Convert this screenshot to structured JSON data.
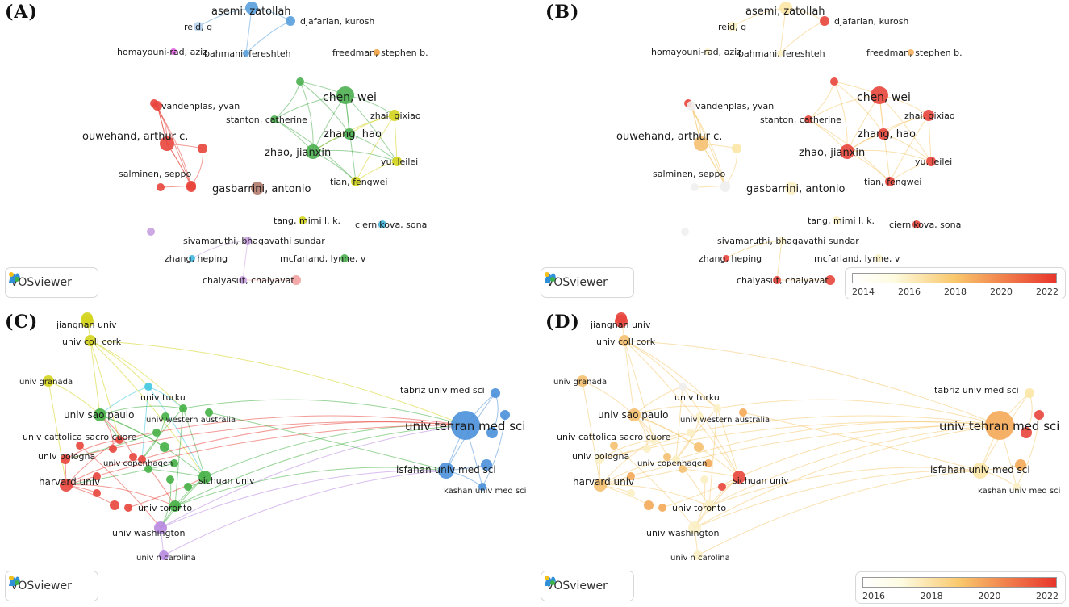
{
  "panels": [
    {
      "id": "A",
      "label": "(A)",
      "logo_text": "VOSviewer",
      "colors": {
        "red": "#e8453c",
        "green": "#4caf50",
        "yellow": "#d4d41f",
        "blue": "#5aa0dd",
        "lightblue": "#b8d4f0",
        "brown": "#b07a6a",
        "purple": "#c8a0e0",
        "magenta": "#e060e0",
        "orange": "#f0a040",
        "cyan": "#40b8e0",
        "pink": "#f0a0a0"
      },
      "nodes": [
        {
          "label": "asemi, zatollah",
          "color": "blue"
        },
        {
          "label": "djafarian, kurosh",
          "color": "blue"
        },
        {
          "label": "reid, g",
          "color": "lightblue"
        },
        {
          "label": "bahmani, fereshteh",
          "color": "blue"
        },
        {
          "label": "homayouni-rad, aziz",
          "color": "magenta"
        },
        {
          "label": "freedman, stephen b.",
          "color": "orange"
        },
        {
          "label": "chen, wei",
          "color": "green"
        },
        {
          "label": "vandenplas, yvan",
          "color": "red"
        },
        {
          "label": "zhai, qixiao",
          "color": "yellow"
        },
        {
          "label": "stanton, catherine",
          "color": "green"
        },
        {
          "label": "zhang, hao",
          "color": "green"
        },
        {
          "label": "ouwehand, arthur c.",
          "color": "red"
        },
        {
          "label": "zhao, jianxin",
          "color": "green"
        },
        {
          "label": "yu, leilei",
          "color": "yellow"
        },
        {
          "label": "salminen, seppo",
          "color": "red"
        },
        {
          "label": "tian, fengwei",
          "color": "yellow"
        },
        {
          "label": "gasbarrini, antonio",
          "color": "brown"
        },
        {
          "label": "tang, mimi l. k.",
          "color": "yellow"
        },
        {
          "label": "ciernikova, sona",
          "color": "cyan"
        },
        {
          "label": "sivamaruthi, bhagavathi sundar",
          "color": "purple"
        },
        {
          "label": "zhang, heping",
          "color": "cyan"
        },
        {
          "label": "mcfarland, lynne, v",
          "color": "green"
        },
        {
          "label": "chaiyasut, chaiyavat",
          "color": "purple"
        }
      ]
    },
    {
      "id": "B",
      "label": "(B)",
      "logo_text": "VOSviewer",
      "scale_ticks": [
        "2014",
        "2016",
        "2018",
        "2020",
        "2022"
      ],
      "colors": {
        "low": "#fdfbe0",
        "mid": "#f9c86c",
        "high": "#e8352c"
      },
      "nodes": [
        {
          "label": "asemi, zatollah"
        },
        {
          "label": "djafarian, kurosh"
        },
        {
          "label": "reid, g"
        },
        {
          "label": "bahmani, fereshteh"
        },
        {
          "label": "homayouni-rad, aziz"
        },
        {
          "label": "freedman, stephen b."
        },
        {
          "label": "chen, wei"
        },
        {
          "label": "vandenplas, yvan"
        },
        {
          "label": "zhai, qixiao"
        },
        {
          "label": "stanton, catherine"
        },
        {
          "label": "zhang, hao"
        },
        {
          "label": "ouwehand, arthur c."
        },
        {
          "label": "zhao, jianxin"
        },
        {
          "label": "yu, leilei"
        },
        {
          "label": "salminen, seppo"
        },
        {
          "label": "tian, fengwei"
        },
        {
          "label": "gasbarrini, antonio"
        },
        {
          "label": "tang, mimi l. k."
        },
        {
          "label": "ciernikova, sona"
        },
        {
          "label": "sivamaruthi, bhagavathi sundar"
        },
        {
          "label": "zhang, heping"
        },
        {
          "label": "mcfarland, lynne, v"
        },
        {
          "label": "chaiyasut, chaiyavat"
        }
      ]
    },
    {
      "id": "C",
      "label": "(C)",
      "logo_text": "VOSviewer",
      "nodes": [
        {
          "label": "jiangnan univ",
          "color": "yellow"
        },
        {
          "label": "univ coll cork",
          "color": "yellow"
        },
        {
          "label": "univ granada",
          "color": "yellow"
        },
        {
          "label": "univ turku",
          "color": "cyan"
        },
        {
          "label": "tabriz univ med sci",
          "color": "blue"
        },
        {
          "label": "univ sao paulo",
          "color": "green"
        },
        {
          "label": "univ western australia",
          "color": "green"
        },
        {
          "label": "univ tehran med sci",
          "color": "blue"
        },
        {
          "label": "univ cattolica sacro cuore",
          "color": "red"
        },
        {
          "label": "univ bologna",
          "color": "red"
        },
        {
          "label": "univ copenhagen",
          "color": "red"
        },
        {
          "label": "isfahan univ med sci",
          "color": "blue"
        },
        {
          "label": "harvard univ",
          "color": "red"
        },
        {
          "label": "sichuan univ",
          "color": "green"
        },
        {
          "label": "kashan univ med sci",
          "color": "blue"
        },
        {
          "label": "univ toronto",
          "color": "green"
        },
        {
          "label": "univ washington",
          "color": "purple"
        },
        {
          "label": "univ n carolina",
          "color": "purple"
        }
      ]
    },
    {
      "id": "D",
      "label": "(D)",
      "logo_text": "VOSviewer",
      "scale_ticks": [
        "2016",
        "2018",
        "2020",
        "2022"
      ],
      "nodes": [
        {
          "label": "jiangnan univ"
        },
        {
          "label": "univ coll cork"
        },
        {
          "label": "univ granada"
        },
        {
          "label": "univ turku"
        },
        {
          "label": "tabriz univ med sci"
        },
        {
          "label": "univ sao paulo"
        },
        {
          "label": "univ western australia"
        },
        {
          "label": "univ tehran med sci"
        },
        {
          "label": "univ cattolica sacro cuore"
        },
        {
          "label": "univ bologna"
        },
        {
          "label": "univ copenhagen"
        },
        {
          "label": "isfahan univ med sci"
        },
        {
          "label": "harvard univ"
        },
        {
          "label": "sichuan univ"
        },
        {
          "label": "kashan univ med sci"
        },
        {
          "label": "univ toronto"
        },
        {
          "label": "univ washington"
        },
        {
          "label": "univ n carolina"
        }
      ]
    }
  ]
}
